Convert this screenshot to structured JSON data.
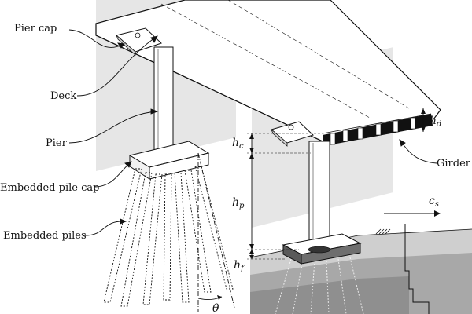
{
  "labels": {
    "pier_cap": "Pier cap",
    "deck": "Deck",
    "pier": "Pier",
    "embedded_pile_cap": "Embedded pile cap",
    "embedded_piles": "Embedded piles",
    "girder": "Girder"
  },
  "symbols": {
    "hc": {
      "base": "h",
      "sub": "c"
    },
    "hp": {
      "base": "h",
      "sub": "p"
    },
    "hf": {
      "base": "h",
      "sub": "f"
    },
    "hd": {
      "base": "h",
      "sub": "d"
    },
    "cs": {
      "base": "c",
      "sub": "s"
    },
    "theta": "θ"
  },
  "colors": {
    "line": "#111111",
    "background_plane": "#e6e6e6",
    "soil_light": "#cfcfcf",
    "soil_dark": "#9c9c9c",
    "cap_dark": "#5a5a5a",
    "girder": "#111111"
  }
}
